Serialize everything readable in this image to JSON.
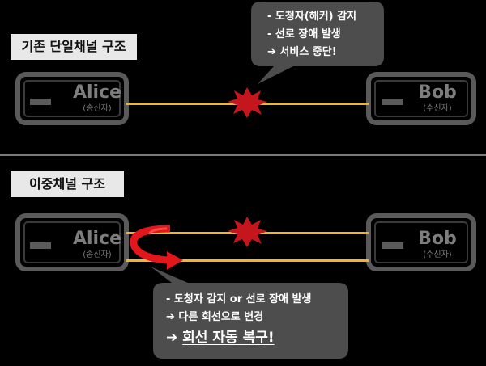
{
  "sections": {
    "single": "기존 단일채널 구조",
    "dual": "이중채널 구조"
  },
  "nodes": {
    "sender_name": "Alice",
    "sender_role": "(송신자)",
    "receiver_name": "Bob",
    "receiver_role": "(수신자)"
  },
  "top_callout": {
    "line1": "- 도청자(해커) 감지",
    "line2": "- 선로 장애 발생",
    "line3": "➔ 서비스 중단!"
  },
  "bottom_callout": {
    "line1": "- 도청자 감지 or 선로 장애 발생",
    "line2": "➔ 다른 회선으로 변경",
    "line3_arrow": "➔",
    "line3_text": "회선 자동 복구!"
  },
  "colors": {
    "line": "#f2b233",
    "burst": "#c4161c",
    "arrow": "#e3161c",
    "node": "#5a5a5a",
    "callout": "#4d4d4d"
  }
}
